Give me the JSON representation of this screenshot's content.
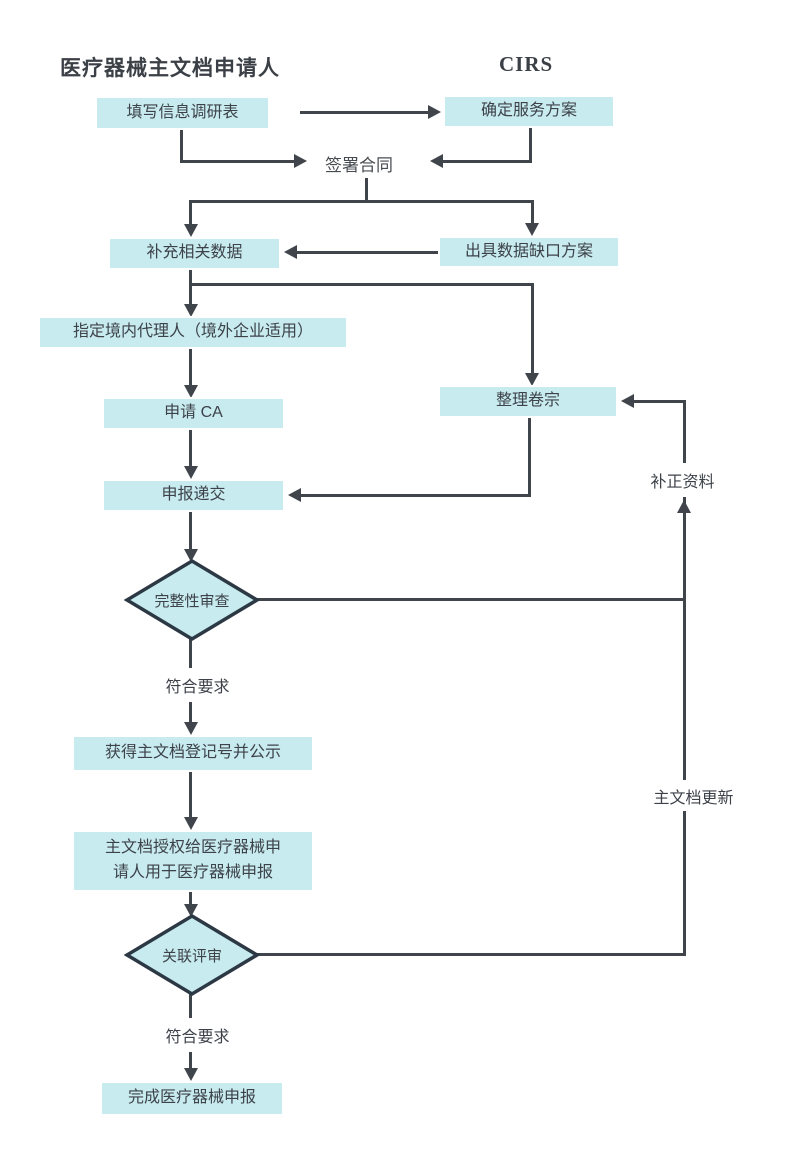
{
  "diagram_type": "flowchart",
  "colors": {
    "background": "#ffffff",
    "node_fill": "#c7ebee",
    "node_border": "#ffffff",
    "diamond_border": "#2c3944",
    "connector": "#3f454b",
    "text": "#3d424a"
  },
  "headers": {
    "left": "医疗器械主文档申请人",
    "right": "CIRS"
  },
  "nodes": {
    "fill_survey": {
      "label": "填写信息调研表"
    },
    "confirm_plan": {
      "label": "确定服务方案"
    },
    "sign_contract": {
      "label": "签署合同"
    },
    "supplement_data": {
      "label": "补充相关数据"
    },
    "gap_plan": {
      "label": "出具数据缺口方案"
    },
    "appoint_agent": {
      "label": "指定境内代理人（境外企业适用）"
    },
    "apply_ca": {
      "label": "申请 CA"
    },
    "compile_dossier": {
      "label": "整理卷宗"
    },
    "submit": {
      "label": "申报递交"
    },
    "correction": {
      "label": "补正资料"
    },
    "completeness_review": {
      "label": "完整性审查"
    },
    "meet_req_1": {
      "label": "符合要求"
    },
    "obtain_number": {
      "label": "获得主文档登记号并公示"
    },
    "authorize": {
      "label": "主文档授权给医疗器械申请人用于医疗器械申报"
    },
    "mf_update": {
      "label": "主文档更新"
    },
    "linkage_review": {
      "label": "关联评审"
    },
    "meet_req_2": {
      "label": "符合要求"
    },
    "complete_submission": {
      "label": "完成医疗器械申报"
    }
  }
}
